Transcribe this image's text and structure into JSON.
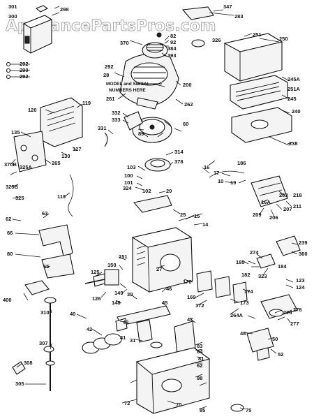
{
  "watermark": "AppliancePartsPros.com",
  "notes": {
    "model_serial_line1": "MODEL and SERIAL",
    "model_serial_line2": "NUMBERS HERE"
  },
  "callouts": [
    {
      "id": "c301",
      "label": "301"
    },
    {
      "id": "c300",
      "label": "300"
    },
    {
      "id": "c298",
      "label": "298"
    },
    {
      "id": "c347",
      "label": "347"
    },
    {
      "id": "c283",
      "label": "283"
    },
    {
      "id": "c251",
      "label": "251"
    },
    {
      "id": "c250",
      "label": "250"
    },
    {
      "id": "c326",
      "label": "326"
    },
    {
      "id": "c82",
      "label": "82"
    },
    {
      "id": "c92",
      "label": "92"
    },
    {
      "id": "c384",
      "label": "384"
    },
    {
      "id": "c370",
      "label": "370"
    },
    {
      "id": "c393",
      "label": "393"
    },
    {
      "id": "c292a",
      "label": "292"
    },
    {
      "id": "c290",
      "label": "290"
    },
    {
      "id": "c292b",
      "label": "292"
    },
    {
      "id": "c292c",
      "label": "292"
    },
    {
      "id": "c28",
      "label": "28"
    },
    {
      "id": "c200",
      "label": "200"
    },
    {
      "id": "c245A",
      "label": "245A"
    },
    {
      "id": "c261",
      "label": "261"
    },
    {
      "id": "c251A",
      "label": "251A"
    },
    {
      "id": "c245",
      "label": "245"
    },
    {
      "id": "c262",
      "label": "262"
    },
    {
      "id": "c120",
      "label": "120"
    },
    {
      "id": "c119",
      "label": "119"
    },
    {
      "id": "c332",
      "label": "332"
    },
    {
      "id": "c333",
      "label": "333"
    },
    {
      "id": "c60",
      "label": "60"
    },
    {
      "id": "c240",
      "label": "240"
    },
    {
      "id": "c331",
      "label": "331"
    },
    {
      "id": "c89",
      "label": "89"
    },
    {
      "id": "c135",
      "label": "135"
    },
    {
      "id": "c127",
      "label": "127"
    },
    {
      "id": "c238",
      "label": "238"
    },
    {
      "id": "c130",
      "label": "130"
    },
    {
      "id": "c370B",
      "label": "370B"
    },
    {
      "id": "c265",
      "label": "265"
    },
    {
      "id": "c314",
      "label": "314"
    },
    {
      "id": "c325A",
      "label": "325A"
    },
    {
      "id": "c378",
      "label": "378"
    },
    {
      "id": "c103",
      "label": "103"
    },
    {
      "id": "c100",
      "label": "100"
    },
    {
      "id": "c186",
      "label": "186"
    },
    {
      "id": "c101",
      "label": "101"
    },
    {
      "id": "c20",
      "label": "20"
    },
    {
      "id": "c324",
      "label": "324"
    },
    {
      "id": "c102",
      "label": "102"
    },
    {
      "id": "c16",
      "label": "16"
    },
    {
      "id": "c325B",
      "label": "325B"
    },
    {
      "id": "c110",
      "label": "110"
    },
    {
      "id": "c325",
      "label": "325"
    },
    {
      "id": "c15",
      "label": "15"
    },
    {
      "id": "c14",
      "label": "14"
    },
    {
      "id": "c25",
      "label": "25"
    },
    {
      "id": "c62",
      "label": "62"
    },
    {
      "id": "c63",
      "label": "63"
    },
    {
      "id": "c66",
      "label": "66"
    },
    {
      "id": "c80",
      "label": "80"
    },
    {
      "id": "c65",
      "label": "65"
    },
    {
      "id": "c400",
      "label": "400"
    },
    {
      "id": "c310",
      "label": "310"
    },
    {
      "id": "c307",
      "label": "307"
    },
    {
      "id": "c308",
      "label": "308"
    },
    {
      "id": "c305",
      "label": "305"
    },
    {
      "id": "c17",
      "label": "17"
    },
    {
      "id": "c10",
      "label": "10"
    },
    {
      "id": "c19",
      "label": "19"
    },
    {
      "id": "c16A",
      "label": "16A"
    },
    {
      "id": "c203",
      "label": "203"
    },
    {
      "id": "c218",
      "label": "218"
    },
    {
      "id": "c211",
      "label": "211"
    },
    {
      "id": "c209",
      "label": "209"
    },
    {
      "id": "c206",
      "label": "206"
    },
    {
      "id": "c207",
      "label": "207"
    },
    {
      "id": "c239",
      "label": "239"
    },
    {
      "id": "c274",
      "label": "274"
    },
    {
      "id": "c360",
      "label": "360"
    },
    {
      "id": "c185",
      "label": "185"
    },
    {
      "id": "c184",
      "label": "184"
    },
    {
      "id": "c182",
      "label": "182"
    },
    {
      "id": "c323",
      "label": "323"
    },
    {
      "id": "c123",
      "label": "123"
    },
    {
      "id": "c124",
      "label": "124"
    },
    {
      "id": "c125",
      "label": "125"
    },
    {
      "id": "c150",
      "label": "150"
    },
    {
      "id": "c151",
      "label": "151"
    },
    {
      "id": "c27",
      "label": "27"
    },
    {
      "id": "c170",
      "label": "170"
    },
    {
      "id": "c174",
      "label": "174"
    },
    {
      "id": "c169",
      "label": "169"
    },
    {
      "id": "c172",
      "label": "172"
    },
    {
      "id": "c173",
      "label": "173"
    },
    {
      "id": "c126",
      "label": "126"
    },
    {
      "id": "c149",
      "label": "149"
    },
    {
      "id": "c148",
      "label": "148"
    },
    {
      "id": "c30",
      "label": "30"
    },
    {
      "id": "c40",
      "label": "40"
    },
    {
      "id": "c46",
      "label": "46"
    },
    {
      "id": "c45",
      "label": "45"
    },
    {
      "id": "c43",
      "label": "43"
    },
    {
      "id": "c42",
      "label": "42"
    },
    {
      "id": "c41",
      "label": "41"
    },
    {
      "id": "c47",
      "label": "47"
    },
    {
      "id": "c264A",
      "label": "264A"
    },
    {
      "id": "c275",
      "label": "275"
    },
    {
      "id": "c276",
      "label": "276"
    },
    {
      "id": "c277",
      "label": "277"
    },
    {
      "id": "c48",
      "label": "48"
    },
    {
      "id": "c50",
      "label": "50"
    },
    {
      "id": "c52",
      "label": "52"
    },
    {
      "id": "c83",
      "label": "83"
    },
    {
      "id": "c84",
      "label": "84"
    },
    {
      "id": "c81",
      "label": "81"
    },
    {
      "id": "c62b",
      "label": "62"
    },
    {
      "id": "c31",
      "label": "31"
    },
    {
      "id": "c88",
      "label": "88"
    },
    {
      "id": "c72",
      "label": "72"
    },
    {
      "id": "c70",
      "label": "70"
    },
    {
      "id": "c85",
      "label": "85"
    },
    {
      "id": "c75",
      "label": "75"
    }
  ]
}
